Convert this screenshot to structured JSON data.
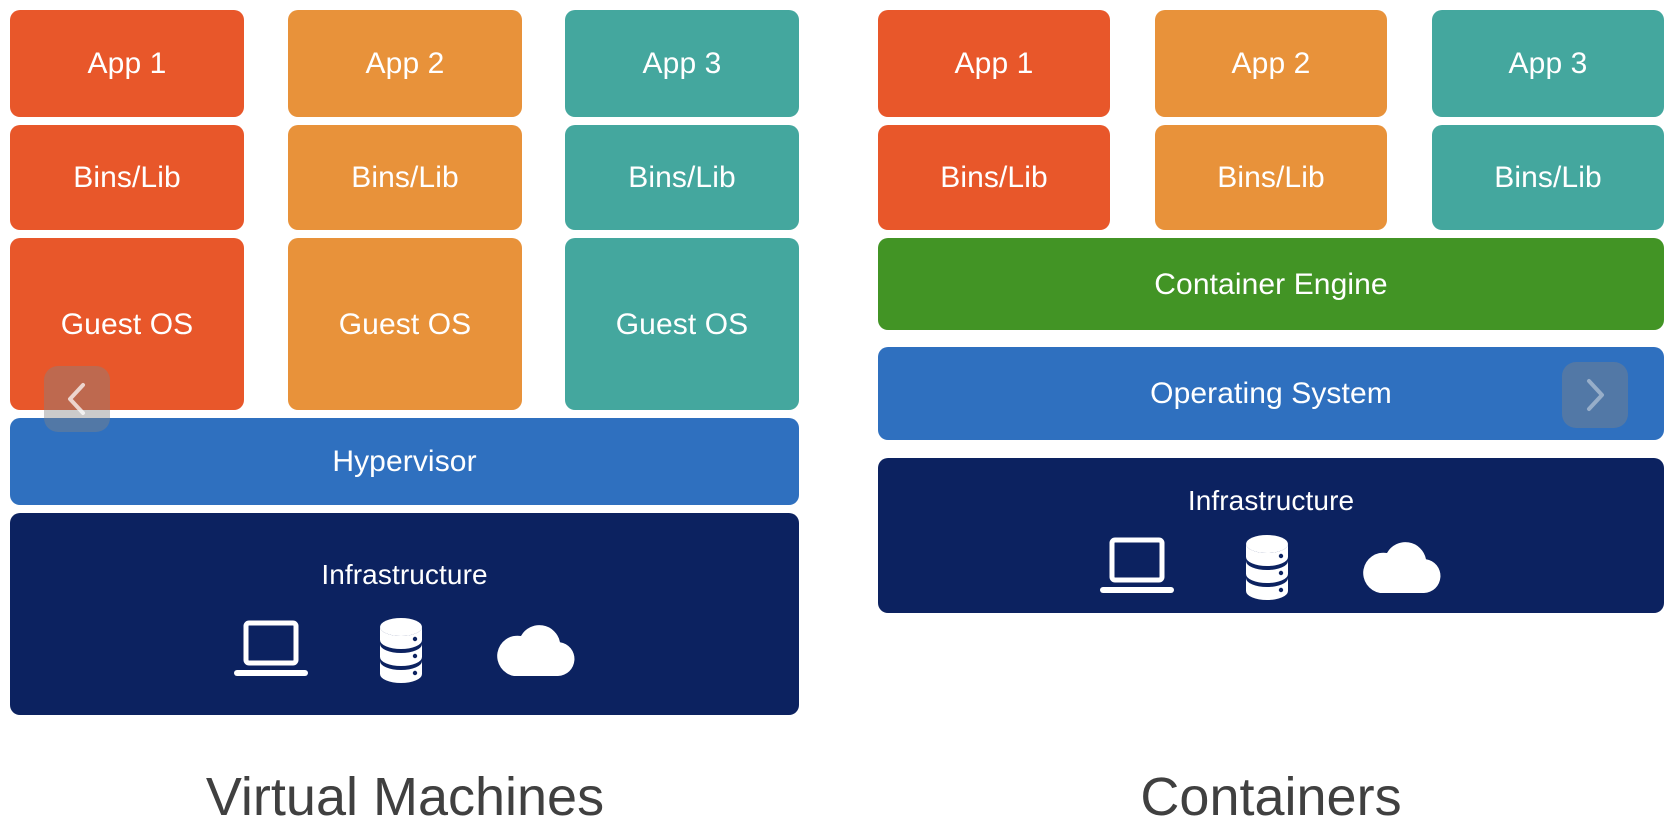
{
  "diagram": {
    "title_left": "Virtual Machines",
    "title_right": "Containers",
    "colors": {
      "app1": "#E8572A",
      "app2": "#E8923A",
      "app3": "#44A79E",
      "hypervisor": "#2F70BF",
      "operating_system": "#2F70BF",
      "container_engine": "#429425",
      "infrastructure": "#0C2260",
      "title_text": "#404040",
      "block_text": "#FFFFFF",
      "background": "#FFFFFF",
      "nav_arrow": "#828282"
    }
  },
  "vm_panel": {
    "columns": [
      {
        "app": "App 1",
        "bins": "Bins/Lib",
        "guest": "Guest OS",
        "color_key": "app1"
      },
      {
        "app": "App 2",
        "bins": "Bins/Lib",
        "guest": "Guest OS",
        "color_key": "app2"
      },
      {
        "app": "App 3",
        "bins": "Bins/Lib",
        "guest": "Guest OS",
        "color_key": "app3"
      }
    ],
    "hypervisor": "Hypervisor",
    "infrastructure": "Infrastructure",
    "infrastructure_icons": [
      "laptop-icon",
      "database-icon",
      "cloud-icon"
    ],
    "title": "Virtual Machines"
  },
  "container_panel": {
    "columns": [
      {
        "app": "App 1",
        "bins": "Bins/Lib",
        "color_key": "app1"
      },
      {
        "app": "App 2",
        "bins": "Bins/Lib",
        "color_key": "app2"
      },
      {
        "app": "App 3",
        "bins": "Bins/Lib",
        "color_key": "app3"
      }
    ],
    "container_engine": "Container Engine",
    "operating_system": "Operating System",
    "infrastructure": "Infrastructure",
    "infrastructure_icons": [
      "laptop-icon",
      "database-icon",
      "cloud-icon"
    ],
    "title": "Containers"
  },
  "carousel": {
    "prev_label": "‹",
    "next_label": "›"
  }
}
